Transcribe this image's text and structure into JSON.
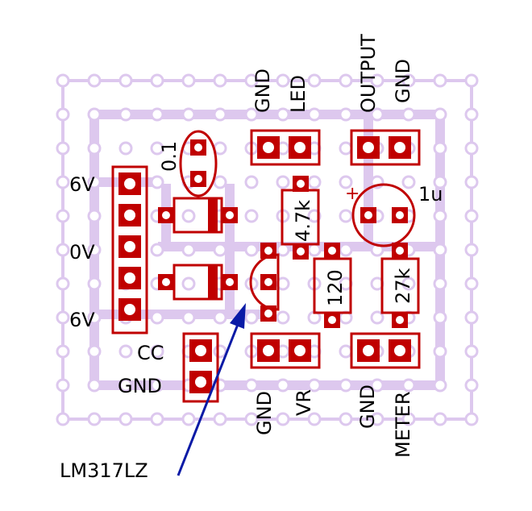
{
  "labels": {
    "gnd_top": "GND",
    "led": "LED",
    "output": "OUTPUT",
    "gnd_top_right": "GND",
    "cap_01": "0.1",
    "v6_top": "6V",
    "v0": "0V",
    "v6_bottom": "6V",
    "r_47k": "4.7k",
    "cap_1u": "1u",
    "plus": "+",
    "r_120": "120",
    "r_27k": "27k",
    "cc": "CC",
    "gnd_left": "GND",
    "gnd_bottom": "GND",
    "vr": "VR",
    "gnd_bottom_right": "GND",
    "meter": "METER",
    "lm317": "LM317LZ"
  },
  "colors": {
    "copper": "#ddc8ee",
    "component": "#c00000",
    "arrow": "#0a1aa6",
    "text": "#000000"
  }
}
